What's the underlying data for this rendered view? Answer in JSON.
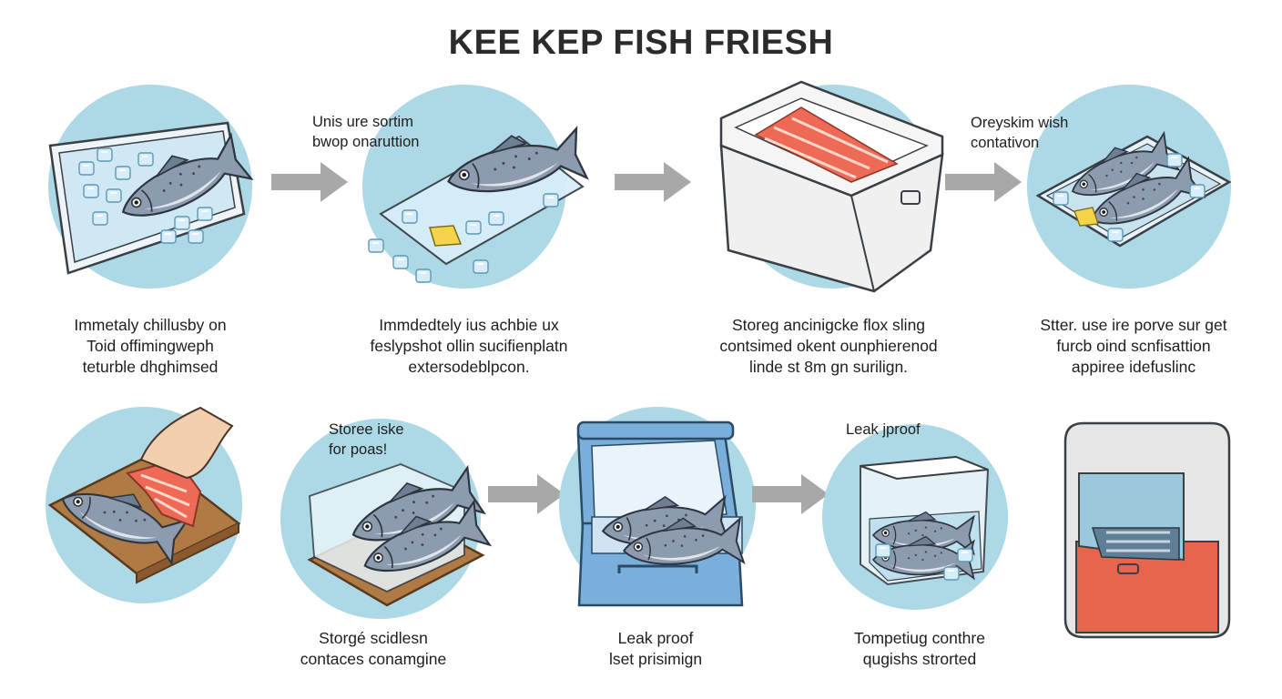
{
  "title": "KEE KEP FISH FRIESH",
  "top_row": {
    "captions": [
      [
        "Immetaly chillusby on",
        "Toid offimingweph",
        "teturble dhghimsed"
      ],
      [
        "Immdedtely ius achbie ux",
        "feslypshot ollin sucifienplatn",
        "extersodeblpcon."
      ],
      [
        "Storeg ancinigcke flox sling",
        "contsimed okent ounphierenod",
        "linde st 8m gn surilign."
      ],
      [
        "Stter. use ire porve sur get",
        "furcb oind scnfisattion",
        "appiree idefuslinc"
      ]
    ],
    "labels": [
      [
        "Unis ure sortim",
        "bwop onaruttion"
      ],
      [
        "Oreyskim wish",
        "contativon"
      ]
    ]
  },
  "bottom_row": {
    "captions": [
      [
        "Storgé scidlesn",
        "contaces conamgine"
      ],
      [
        "Leak proof",
        "lset prisimign"
      ],
      [
        "Tompetiug conthre",
        "qugishs strorted"
      ]
    ],
    "labels": [
      [
        "Storee iske",
        "for poas!"
      ],
      [
        "Leak jproof"
      ]
    ]
  },
  "colors": {
    "circle": "#add9e6",
    "arrow": "#a8a8a8",
    "fish": "#8c9bad",
    "salmon": "#ee6a57",
    "cooler_blue": "#7aaedb",
    "cooler_red": "#e8654b",
    "board": "#b07a45"
  }
}
